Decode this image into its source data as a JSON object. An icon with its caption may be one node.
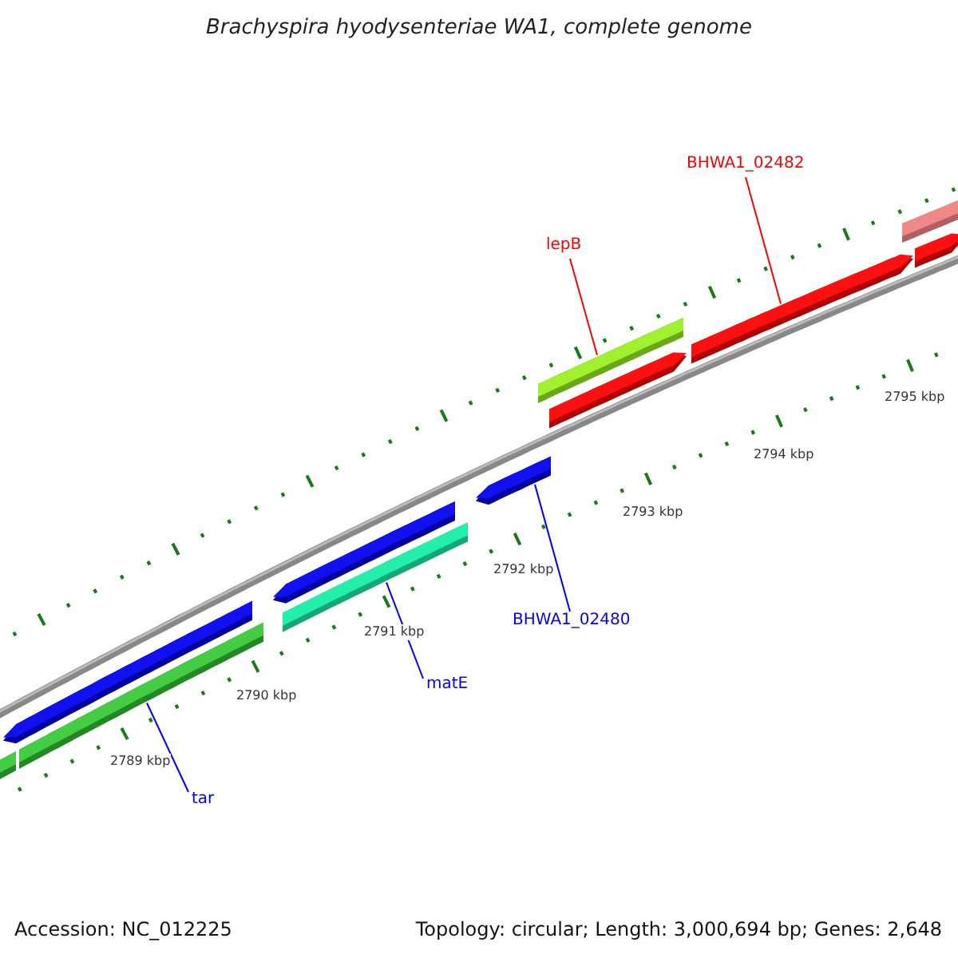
{
  "diagram": {
    "title": "Brachyspira hyodysenteriae WA1, complete genome",
    "nodes": [
      {
        "text": [
          "BHWA1_02482"
        ]
      },
      {
        "text": [
          "lepB"
        ]
      },
      {
        "text": [
          "BHWA1_02480"
        ]
      },
      {
        "text": [
          "matE"
        ]
      },
      {
        "text": [
          "tar"
        ]
      },
      {
        "text": [],
        "shape": "bar"
      },
      {
        "text": [],
        "shape": "bar"
      },
      {
        "text": [],
        "shape": "bar"
      },
      {
        "text": [],
        "shape": "bar"
      },
      {
        "text": [],
        "shape": "bar"
      },
      {
        "text": [],
        "shape": "bar"
      },
      {
        "text": [],
        "shape": "bar"
      },
      {
        "text": [],
        "shape": "bar"
      },
      {
        "text": [],
        "shape": "bar"
      },
      {
        "text": [],
        "shape": "bar"
      },
      {
        "text": [],
        "shape": "bar"
      }
    ],
    "edges": [
      {
        "from": 0,
        "to": 13,
        "arrow": "none",
        "color": "#ff0000"
      },
      {
        "from": 1,
        "to": 11,
        "arrow": "none",
        "color": "#ff0000"
      },
      {
        "from": 2,
        "to": 10,
        "arrow": "none"
      },
      {
        "from": 3,
        "to": 9,
        "arrow": "none"
      },
      {
        "from": 4,
        "to": 7,
        "arrow": "none"
      }
    ],
    "labels": [
      "2795 kbp",
      "2794 kbp",
      "2793 kbp",
      "2792 kbp",
      "2791 kbp",
      "2790 kbp",
      "2789 kbp",
      "Accession: NC_012225",
      "Topology: circular; Length: 3,000,694 bp; Genes: 2,648"
    ]
  }
}
